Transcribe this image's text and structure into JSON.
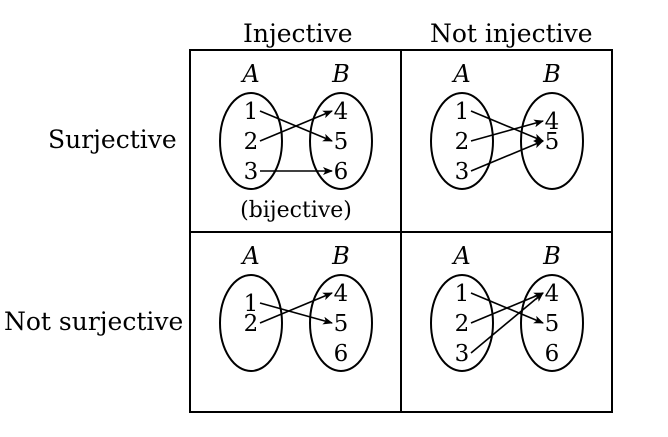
{
  "headers": {
    "col_injective": "Injective",
    "col_not_injective": "Not injective",
    "row_surjective": "Surjective",
    "row_not_surjective": "Not surjective"
  },
  "set_labels": {
    "domain": "A",
    "codomain": "B"
  },
  "cells": [
    {
      "id": "injective-surjective",
      "domain": [
        "1",
        "2",
        "3"
      ],
      "codomain": [
        "4",
        "5",
        "6"
      ],
      "mapping": [
        [
          "1",
          "5"
        ],
        [
          "2",
          "4"
        ],
        [
          "3",
          "6"
        ]
      ],
      "note": "(bijective)"
    },
    {
      "id": "not-injective-surjective",
      "domain": [
        "1",
        "2",
        "3"
      ],
      "codomain": [
        "4",
        "5"
      ],
      "mapping": [
        [
          "1",
          "5"
        ],
        [
          "2",
          "4"
        ],
        [
          "3",
          "5"
        ]
      ],
      "note": ""
    },
    {
      "id": "injective-not-surjective",
      "domain": [
        "1",
        "2"
      ],
      "codomain": [
        "4",
        "5",
        "6"
      ],
      "mapping": [
        [
          "1",
          "5"
        ],
        [
          "2",
          "4"
        ]
      ],
      "note": ""
    },
    {
      "id": "not-injective-not-surjective",
      "domain": [
        "1",
        "2",
        "3"
      ],
      "codomain": [
        "4",
        "5",
        "6"
      ],
      "mapping": [
        [
          "1",
          "5"
        ],
        [
          "2",
          "4"
        ],
        [
          "3",
          "4"
        ]
      ],
      "note": ""
    }
  ],
  "colors": {
    "ink": "#000000",
    "background": "#ffffff"
  }
}
